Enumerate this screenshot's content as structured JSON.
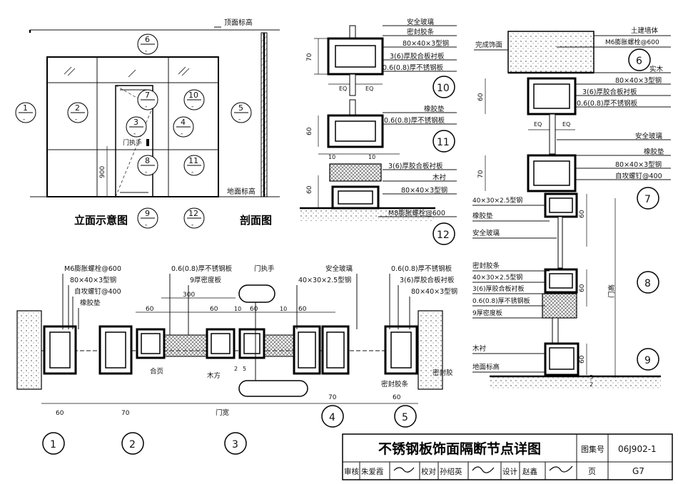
{
  "title": "不锈钢板饰面隔断节点详图",
  "title_block": {
    "atlas_label": "图集号",
    "atlas_no": "06J902-1",
    "page_label": "页",
    "page_no": "G7",
    "review_label": "审核",
    "reviewer": "朱爱霞",
    "check_label": "校对",
    "checker": "孙绍英",
    "design_label": "设计",
    "designer": "赵鑫"
  },
  "elevation": {
    "caption": "立面示意图",
    "section_caption": "剖面图",
    "ceiling_label": "顶面标高",
    "floor_label": "地面标高",
    "handle_label": "门执手",
    "height_dim": "900",
    "markers": [
      "1",
      "2",
      "3",
      "4",
      "5",
      "6",
      "7",
      "8",
      "9",
      "10",
      "11",
      "12"
    ]
  },
  "plan": {
    "labels": {
      "m6_bolt": "M6膨胀螺栓@600",
      "steel_80": "80×40×3型钢",
      "screw": "自攻螺钉@400",
      "rubber": "橡胶垫",
      "ss_plate": "0.6(0.8)厚不锈钢板",
      "density_board": "9厚密度板",
      "handle": "门执手",
      "safety_glass": "安全玻璃",
      "steel_40": "40×30×2.5型钢",
      "ss_plate_r": "0.6(0.8)厚不锈钢板",
      "plywood_r": "3(6)厚胶合板衬板",
      "steel_80_r": "80×40×3型钢",
      "hinge": "合页",
      "wood": "木方",
      "seal": "密封胶条",
      "sealant": "密封胶",
      "door_width": "门宽"
    },
    "dims": {
      "d300": "300",
      "d60a": "60",
      "d60b": "60",
      "d60c": "60",
      "d60d": "60",
      "d10a": "10",
      "d10b": "10",
      "d2": "2",
      "d5": "5",
      "d60e": "60",
      "d70a": "70",
      "d70b": "70",
      "d60f": "60"
    },
    "markers": [
      "1",
      "2",
      "3",
      "4",
      "5"
    ]
  },
  "mid_details": {
    "labels": {
      "safety_glass": "安全玻璃",
      "seal": "密封胶条",
      "steel_80": "80×40×3型钢",
      "plywood": "3(6)厚胶合板衬板",
      "ss_plate": "0.6(0.8)厚不锈钢板",
      "rubber": "橡胶垫",
      "ss_plate2": "0.6(0.8)厚不锈钢板",
      "plywood2": "3(6)厚胶合板衬板",
      "wood": "木衬",
      "steel_80b": "80×40×3型钢",
      "m8_bolt": "M8膨胀螺栓@600"
    },
    "dims": {
      "d70": "70",
      "d60a": "60",
      "d60b": "60",
      "eq1": "EQ",
      "eq2": "EQ",
      "d10a": "10",
      "d10b": "10"
    },
    "markers": [
      "10",
      "11",
      "12"
    ]
  },
  "right_section": {
    "labels": {
      "wall": "土建墙体",
      "m6_bolt": "M6膨胀螺栓@600",
      "finish": "完成饰面",
      "solid_wood": "实木",
      "steel_80": "80×40×3型钢",
      "plywood": "3(6)厚胶合板衬板",
      "ss_plate": "0.6(0.8)厚不锈钢板",
      "safety_glass": "安全玻璃",
      "rubber": "橡胶垫",
      "steel_80b": "80×40×3型钢",
      "screw": "自攻螺钉@400",
      "steel_40": "40×30×2.5型钢",
      "rubber2": "橡胶垫",
      "safety_glass2": "安全玻璃",
      "seal": "密封胶条",
      "steel_40b": "40×30×2.5型钢",
      "plywood2": "3(6)厚胶合板衬板",
      "ss_plate2": "0.6(0.8)厚不锈钢板",
      "density": "9厚密度板",
      "wood": "木衬",
      "floor": "地面标高",
      "door_height": "门高"
    },
    "dims": {
      "d60a": "60",
      "eq1": "EQ",
      "eq2": "EQ",
      "d70": "70",
      "d60b": "60",
      "d60c": "60",
      "d60d": "60",
      "d5": "5",
      "d2": "2"
    },
    "markers": [
      "6",
      "7",
      "8",
      "9"
    ]
  }
}
